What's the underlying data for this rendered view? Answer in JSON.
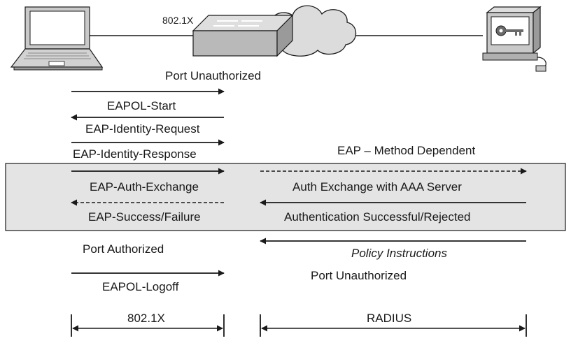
{
  "colors": {
    "shaded_band": "#e4e4e4",
    "line": "#1a1a1a",
    "device_body": "#c9c9c9",
    "device_dark": "#8a8a8a",
    "cloud": "#dcdcdc"
  },
  "icons": [
    "laptop-icon",
    "switch-icon",
    "cloud-icon",
    "server-icon",
    "key-icon"
  ],
  "link_label": "802.1X",
  "messages": {
    "port_unauthorized_top": "Port Unauthorized",
    "eapol_start": "EAPOL-Start",
    "eap_identity_request": "EAP-Identity-Request",
    "eap_identity_response": "EAP-Identity-Response",
    "eap_method_dependent": "EAP – Method Dependent",
    "eap_auth_exchange": "EAP-Auth-Exchange",
    "auth_exchange_aaa": "Auth Exchange with AAA Server",
    "eap_success_failure": "EAP-Success/Failure",
    "auth_success_rejected": "Authentication Successful/Rejected",
    "port_authorized": "Port Authorized",
    "policy_instructions": "Policy Instructions",
    "port_unauthorized_bottom": "Port Unauthorized",
    "eapol_logoff": "EAPOL-Logoff"
  },
  "segments": {
    "dot1x": "802.1X",
    "radius": "RADIUS"
  }
}
